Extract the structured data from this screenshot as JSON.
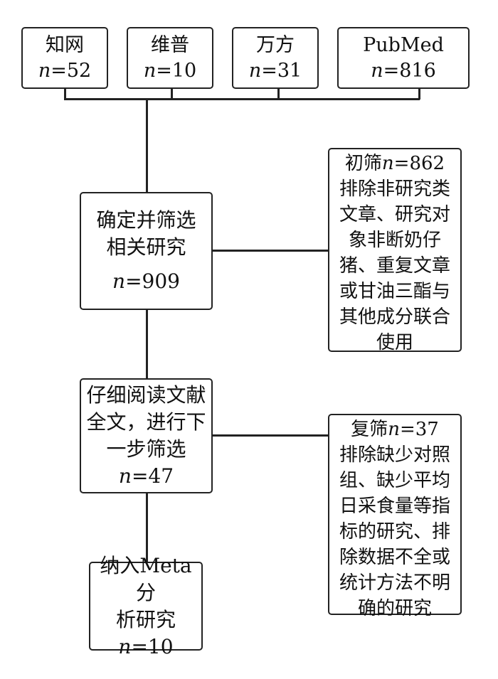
{
  "sources": [
    {
      "label": "知网",
      "count_var": "n",
      "count": "=52"
    },
    {
      "label": "维普",
      "count_var": "n",
      "count": "=10"
    },
    {
      "label": "万方",
      "count_var": "n",
      "count": "=31"
    },
    {
      "label": "PubMed",
      "count_var": "n",
      "count": "=816"
    }
  ],
  "steps": [
    {
      "label_lines": [
        "确定并筛选",
        "相关研究"
      ],
      "count_var": "n",
      "count": "=909"
    },
    {
      "label_lines": [
        "仔细阅读文献",
        "全文，进行下",
        "一步筛选"
      ],
      "count_var": "n",
      "count": "=47"
    },
    {
      "label_lines": [
        "纳入Meta分",
        "析研究"
      ],
      "count_var": "n",
      "count": "=10"
    }
  ],
  "exclusions": [
    {
      "title": "初筛",
      "count_var": "n",
      "count": "=862",
      "lines": [
        "排除非研究类",
        "文章、研究对",
        "象非断奶仔",
        "猪、重复文章",
        "或甘油三酯与",
        "其他成分联合",
        "使用"
      ]
    },
    {
      "title": "复筛",
      "count_var": "n",
      "count": "=37",
      "lines": [
        "排除缺少对照",
        "组、缺少平均",
        "日采食量等指",
        "标的研究、排",
        "除数据不全或",
        "统计方法不明",
        "确的研究"
      ]
    }
  ]
}
